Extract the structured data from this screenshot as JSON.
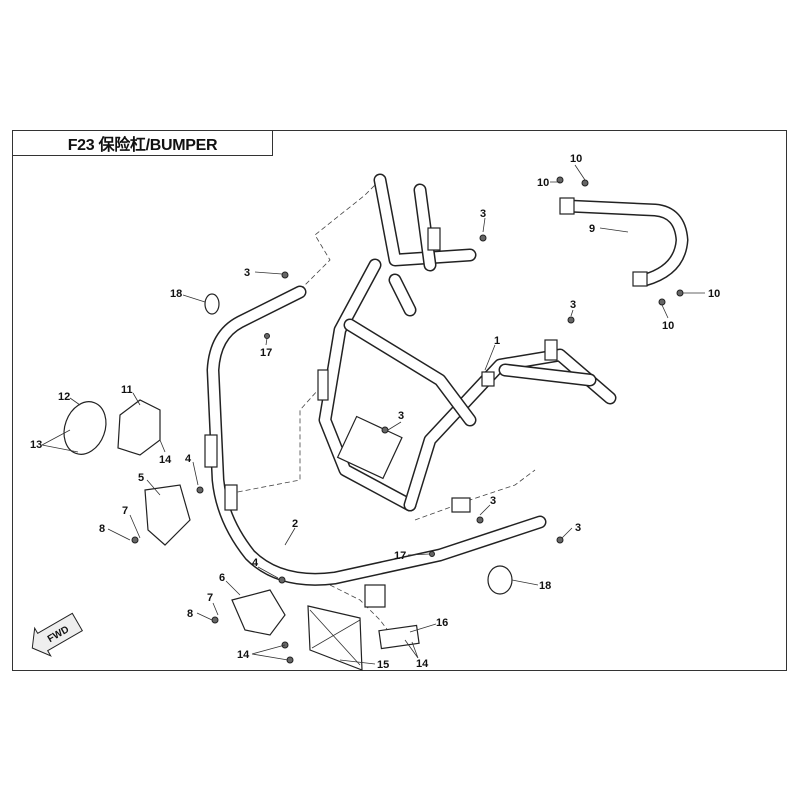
{
  "title": "F23 保险杠/BUMPER",
  "fwd_label": "FWD",
  "callouts": [
    "10",
    "10",
    "3",
    "9",
    "10",
    "10",
    "3",
    "3",
    "18",
    "17",
    "1",
    "12",
    "11",
    "13",
    "14",
    "3",
    "4",
    "5",
    "7",
    "8",
    "3",
    "2",
    "3",
    "17",
    "18",
    "4",
    "6",
    "7",
    "8",
    "16",
    "14",
    "15",
    "14"
  ]
}
